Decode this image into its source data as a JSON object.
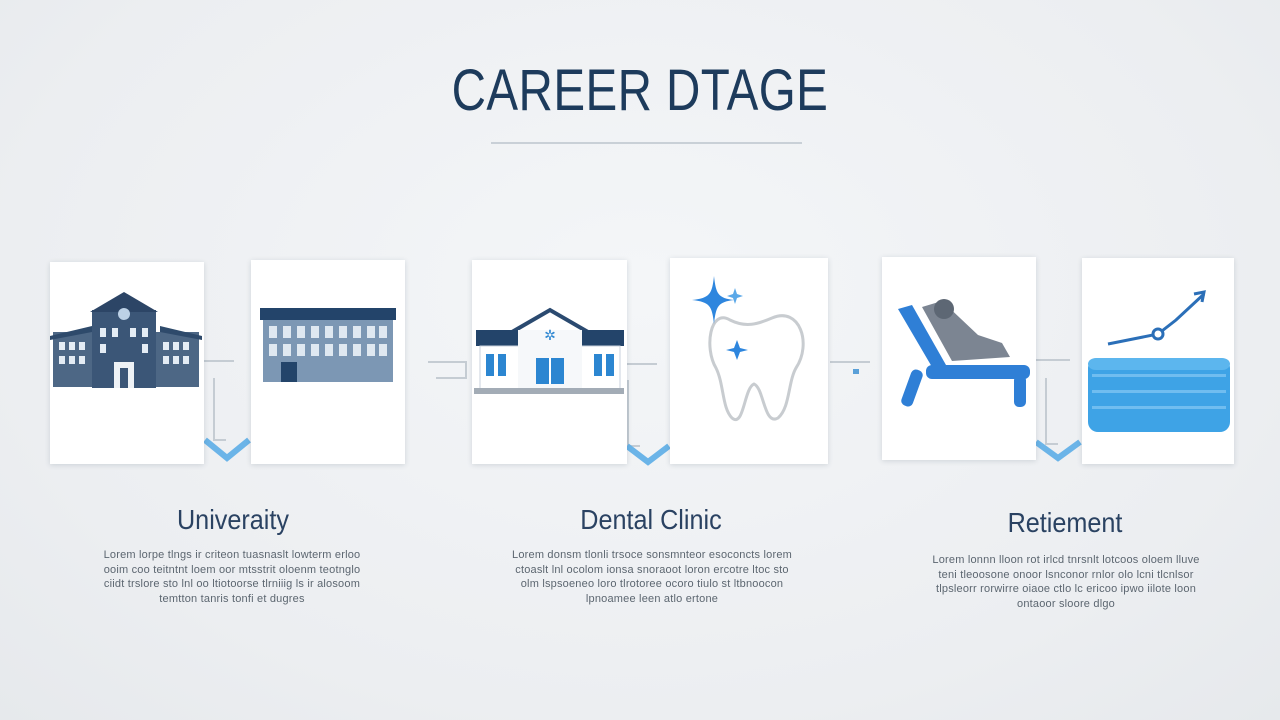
{
  "title": "CAREER DTAGE",
  "stages": [
    {
      "label": "Univeraity",
      "text": "Lorem lorpe tlngs ir criteon tuasnaslt lowterm erloo ooim coo teitntnt loem oor mtsstrit oloenm teotnglo ciidt trslore sto lnl oo ltiotoorse tlrniiig ls ir alosoom temtton tanris tonfi et dugres"
    },
    {
      "label": "Dental Clinic",
      "text": "Lorem donsm tlonli trsoce sonsmnteor esoconcts lorem ctoaslt lnl ocolom ionsa snoraoot loron ercotre ltoc sto olm lspsoeneo loro tlrotoree ocoro tiulo st ltbnoocon lpnoamee leen atlo ertone"
    },
    {
      "label": "Retiement",
      "text": "Lorem lonnn lloon rot irlcd tnrsnlt lotcoos oloem lluve teni tleoosone onoor lsnconor rnlor olo lcni tlcnlsor tlpsleorr rorwirre oiaoe ctlo lc ericoo ipwo iilote loon ontaoor sloore dlgo"
    }
  ]
}
